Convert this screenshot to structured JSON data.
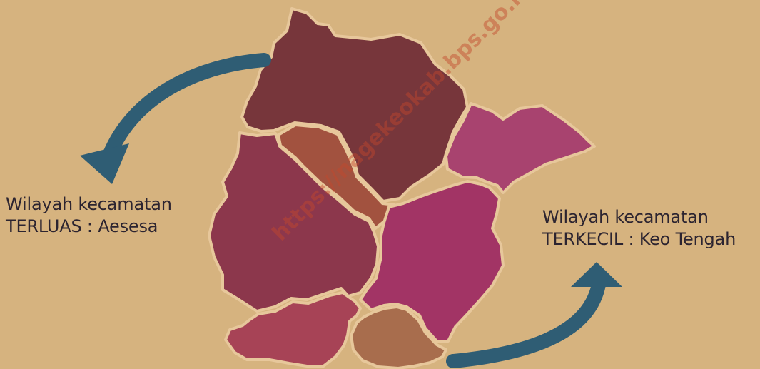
{
  "colors": {
    "background": "#d6b37f",
    "district_aesesa": "#77363b",
    "district_keo_tengah": "#a2523f",
    "district_east": "#a8436f",
    "district_west": "#8c374c",
    "district_center_southeast": "#a23465",
    "district_southwest": "#a74356",
    "district_south": "#a86d4d",
    "boundary": "#e7c79b",
    "arrow": "#2f5d74",
    "label_text": "#2c2430",
    "watermark": "rgba(196,72,44,0.45)"
  },
  "map": {
    "regions": [
      {
        "name": "Aesesa"
      },
      {
        "name": "Keo Tengah"
      }
    ]
  },
  "labels": {
    "largest": {
      "line1": "Wilayah kecamatan",
      "line2": "TERLUAS : Aesesa"
    },
    "smallest": {
      "line1": "Wilayah kecamatan",
      "line2": "TERKECIL : Keo Tengah"
    }
  },
  "watermark": {
    "text": "https://nagekeokab.bps.go.id"
  }
}
